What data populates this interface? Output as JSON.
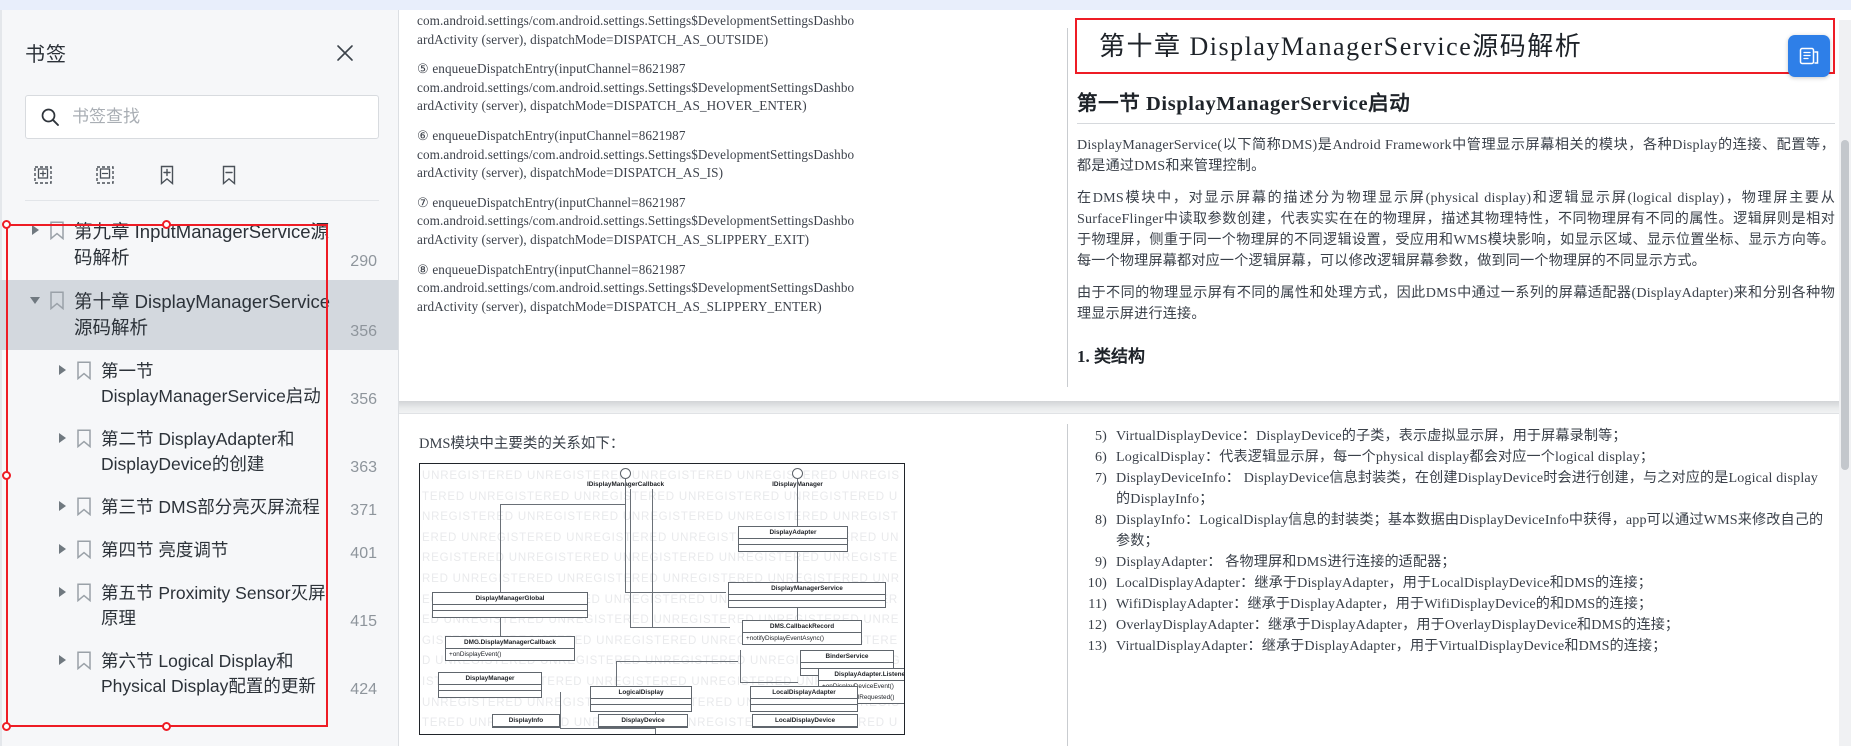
{
  "sidebar": {
    "title": "书签",
    "close_icon": "close-icon",
    "search": {
      "placeholder": "书签查找",
      "value": "",
      "icon": "search-icon"
    },
    "tools": [
      {
        "name": "expand-all-icon",
        "label": "展开全部"
      },
      {
        "name": "collapse-all-icon",
        "label": "折叠全部"
      },
      {
        "name": "add-bookmark-icon",
        "label": "添加书签"
      },
      {
        "name": "remove-bookmark-icon",
        "label": "删除书签"
      }
    ],
    "tree": [
      {
        "level": 1,
        "expanded": false,
        "selected": false,
        "label": "第九章 InputManagerService源码解析",
        "page": "290"
      },
      {
        "level": 1,
        "expanded": true,
        "selected": true,
        "label": "第十章 DisplayManagerService源码解析",
        "page": "356"
      },
      {
        "level": 2,
        "expanded": false,
        "selected": false,
        "label": "第一节 DisplayManagerService启动",
        "page": "356"
      },
      {
        "level": 2,
        "expanded": false,
        "selected": false,
        "label": "第二节 DisplayAdapter和DisplayDevice的创建",
        "page": "363"
      },
      {
        "level": 2,
        "expanded": false,
        "selected": false,
        "label": "第三节 DMS部分亮灭屏流程",
        "page": "371"
      },
      {
        "level": 2,
        "expanded": false,
        "selected": false,
        "label": "第四节 亮度调节",
        "page": "401"
      },
      {
        "level": 2,
        "expanded": false,
        "selected": false,
        "label": "第五节 Proximity Sensor灭屏原理",
        "page": "415"
      },
      {
        "level": 2,
        "expanded": false,
        "selected": false,
        "label": "第六节 Logical Display和Physical Display配置的更新",
        "page": "424"
      }
    ]
  },
  "annotation": {
    "color": "#ee1c25",
    "sidebar_box_label": "bookmark-selection-annotation",
    "title_box_label": "chapter-title-annotation"
  },
  "document": {
    "page1": {
      "left_column": {
        "blocks": [
          "com.android.settings/com.android.settings.Settings$DevelopmentSettingsDashbo\nardActivity (server), dispatchMode=DISPATCH_AS_OUTSIDE)",
          "⑤ enqueueDispatchEntry(inputChannel=8621987\ncom.android.settings/com.android.settings.Settings$DevelopmentSettingsDashbo\nardActivity (server), dispatchMode=DISPATCH_AS_HOVER_ENTER)",
          "⑥ enqueueDispatchEntry(inputChannel=8621987\ncom.android.settings/com.android.settings.Settings$DevelopmentSettingsDashbo\nardActivity (server), dispatchMode=DISPATCH_AS_IS)",
          "⑦ enqueueDispatchEntry(inputChannel=8621987\ncom.android.settings/com.android.settings.Settings$DevelopmentSettingsDashbo\nardActivity (server), dispatchMode=DISPATCH_AS_SLIPPERY_EXIT)",
          "⑧ enqueueDispatchEntry(inputChannel=8621987\ncom.android.settings/com.android.settings.Settings$DevelopmentSettingsDashbo\nardActivity (server), dispatchMode=DISPATCH_AS_SLIPPERY_ENTER)"
        ]
      },
      "right_column": {
        "chapter_title": "第十章 DisplayManagerService源码解析",
        "section_title": "第一节 DisplayManagerService启动",
        "paragraphs": [
          "DisplayManagerService(以下简称DMS)是Android Framework中管理显示屏幕相关的模块，各种Display的连接、配置等，都是通过DMS和来管理控制。",
          "在DMS模块中，对显示屏幕的描述分为物理显示屏(physical display)和逻辑显示屏(logical display)，物理屏主要从SurfaceFlinger中读取参数创建，代表实实在在的物理屏，描述其物理特性，不同物理屏有不同的属性。逻辑屏则是相对于物理屏，侧重于同一个物理屏的不同逻辑设置，受应用和WMS模块影响，如显示区域、显示位置坐标、显示方向等。每一个物理屏幕都对应一个逻辑屏幕，可以修改逻辑屏幕参数，做到同一个物理屏的不同显示方式。",
          "由于不同的物理显示屏有不同的属性和处理方式，因此DMS中通过一系列的屏幕适配器(DisplayAdapter)来和分别各种物理显示屏进行连接。"
        ],
        "sub_heading": "1. 类结构"
      }
    },
    "page2": {
      "left_column": {
        "caption": "DMS模块中主要类的关系如下：",
        "diagram": {
          "watermark_text": "UNREGISTERED",
          "lollipops": [
            "IDisplayManagerCallback",
            "IDisplayManager"
          ],
          "classes": [
            "DisplayManagerService",
            "DMS.CallbackRecord",
            "+notifyDisplayEventAsync()",
            "BinderService",
            "DisplayAdapter",
            "DisplayAdapter.Listener",
            "+onDisplayDeviceEvent()",
            "+onTraversalRequested()",
            "DisplayManagerGlobal",
            "DMG.DisplayManagerCallback",
            "+onDisplayEvent()",
            "DisplayManager",
            "LogicalDisplay",
            "LocalDisplayAdapter",
            "DisplayInfo",
            "DisplayDevice",
            "LocalDisplayDevice"
          ]
        }
      },
      "right_column": {
        "list": [
          {
            "num": "5)",
            "text": "VirtualDisplayDevice：DisplayDevice的子类，表示虚拟显示屏，用于屏幕录制等；"
          },
          {
            "num": "6)",
            "text": "LogicalDisplay：代表逻辑显示屏，每一个physical display都会对应一个logical display；"
          },
          {
            "num": "7)",
            "text": "DisplayDeviceInfo： DisplayDevice信息封装类，在创建DisplayDevice时会进行创建，与之对应的是Logical display 的DisplayInfo；"
          },
          {
            "num": "8)",
            "text": "DisplayInfo：LogicalDisplay信息的封装类；基本数据由DisplayDeviceInfo中获得，app可以通过WMS来修改自己的参数；"
          },
          {
            "num": "9)",
            "text": "DisplayAdapter： 各物理屏和DMS进行连接的适配器；"
          },
          {
            "num": "10)",
            "text": "LocalDisplayAdapter：继承于DisplayAdapter，用于LocalDisplayDevice和DMS的连接；"
          },
          {
            "num": "11)",
            "text": "WifiDisplayAdapter：继承于DisplayAdapter，用于WifiDisplayDevice的和DMS的连接；"
          },
          {
            "num": "12)",
            "text": "OverlayDisplayAdapter：继承于DisplayAdapter，用于OverlayDisplayDevice和DMS的连接；"
          },
          {
            "num": "13)",
            "text": "VirtualDisplayAdapter：继承于DisplayAdapter，用于VirtualDisplayDevice和DMS的连接；"
          }
        ]
      }
    }
  },
  "floating_button": {
    "name": "reader-tool-button",
    "icon": "book-reader-icon",
    "color": "#2e7fe8"
  },
  "scrollbar": {
    "name": "vertical-scrollbar"
  }
}
